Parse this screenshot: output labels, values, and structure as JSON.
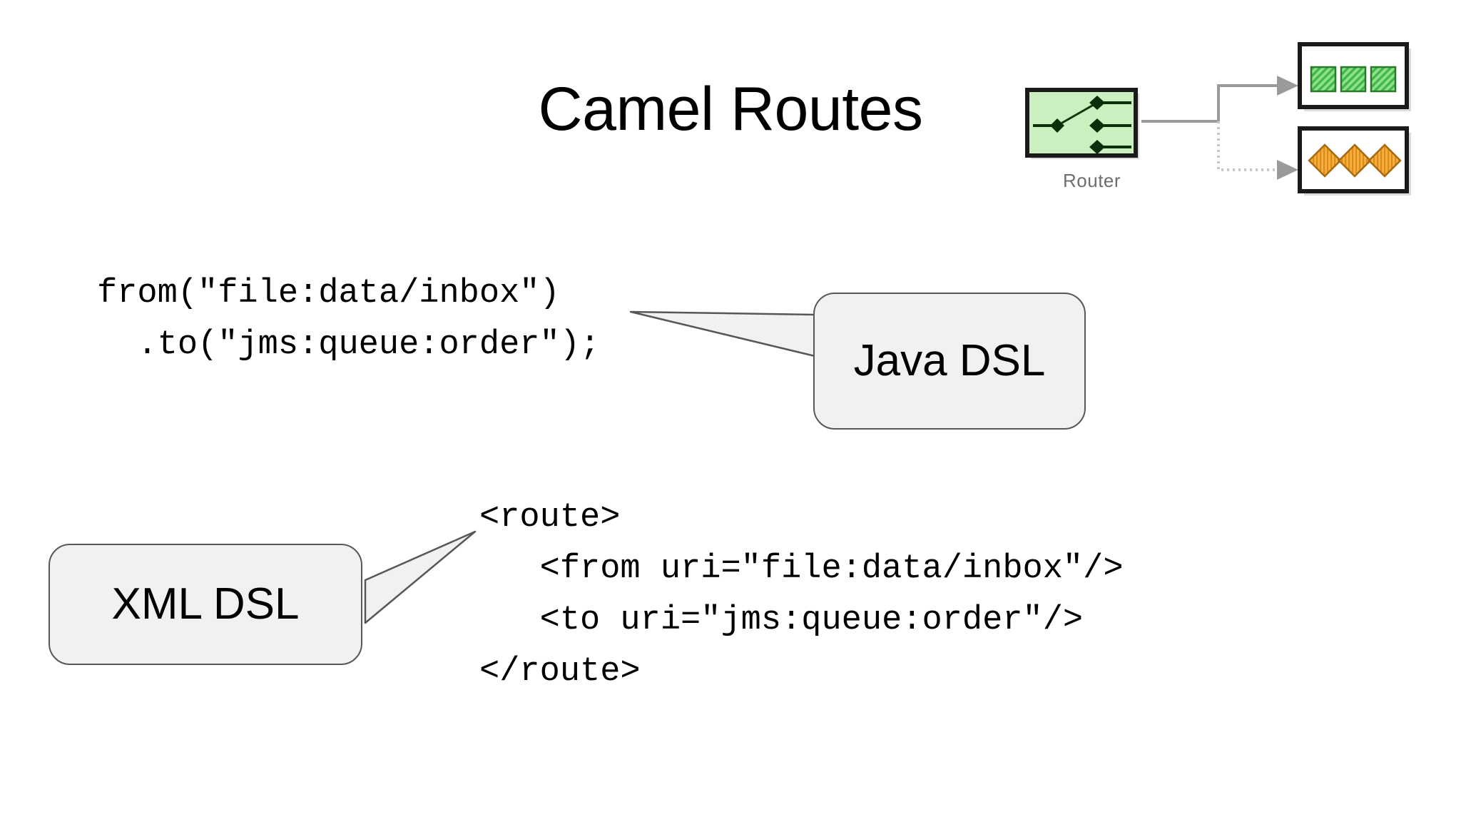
{
  "slide": {
    "title": "Camel Routes",
    "background_color": "#FFFFFF"
  },
  "java_dsl": {
    "bubble_label": "Java DSL",
    "code": "from(\"file:data/inbox\")\n  .to(\"jms:queue:order\");",
    "lines": [
      "from(\"file:data/inbox\")",
      "  .to(\"jms:queue:order\");"
    ]
  },
  "xml_dsl": {
    "bubble_label": "XML DSL",
    "code": "<route>\n   <from uri=\"file:data/inbox\"/>\n   <to uri=\"jms:queue:order\"/>\n</route>",
    "lines": [
      "<route>",
      "   <from uri=\"file:data/inbox\"/>",
      "   <to uri=\"jms:queue:order\"/>",
      "</route>"
    ]
  },
  "router_diagram": {
    "label": "Router",
    "router_fill": "#CCEFC0",
    "router_border": "#1A1A1A",
    "connector_color": "#9A9A9A",
    "green_queue": {
      "item_fill": "#5FCB62",
      "item_count": 3,
      "border": "#1A1A1A"
    },
    "orange_queue": {
      "item_fill": "#F0A22E",
      "item_count": 3,
      "border": "#1A1A1A"
    }
  },
  "colors": {
    "callout_fill": "#F1F1F1",
    "callout_border": "#575757",
    "text": "#000000",
    "label_gray": "#6E6E6E"
  }
}
